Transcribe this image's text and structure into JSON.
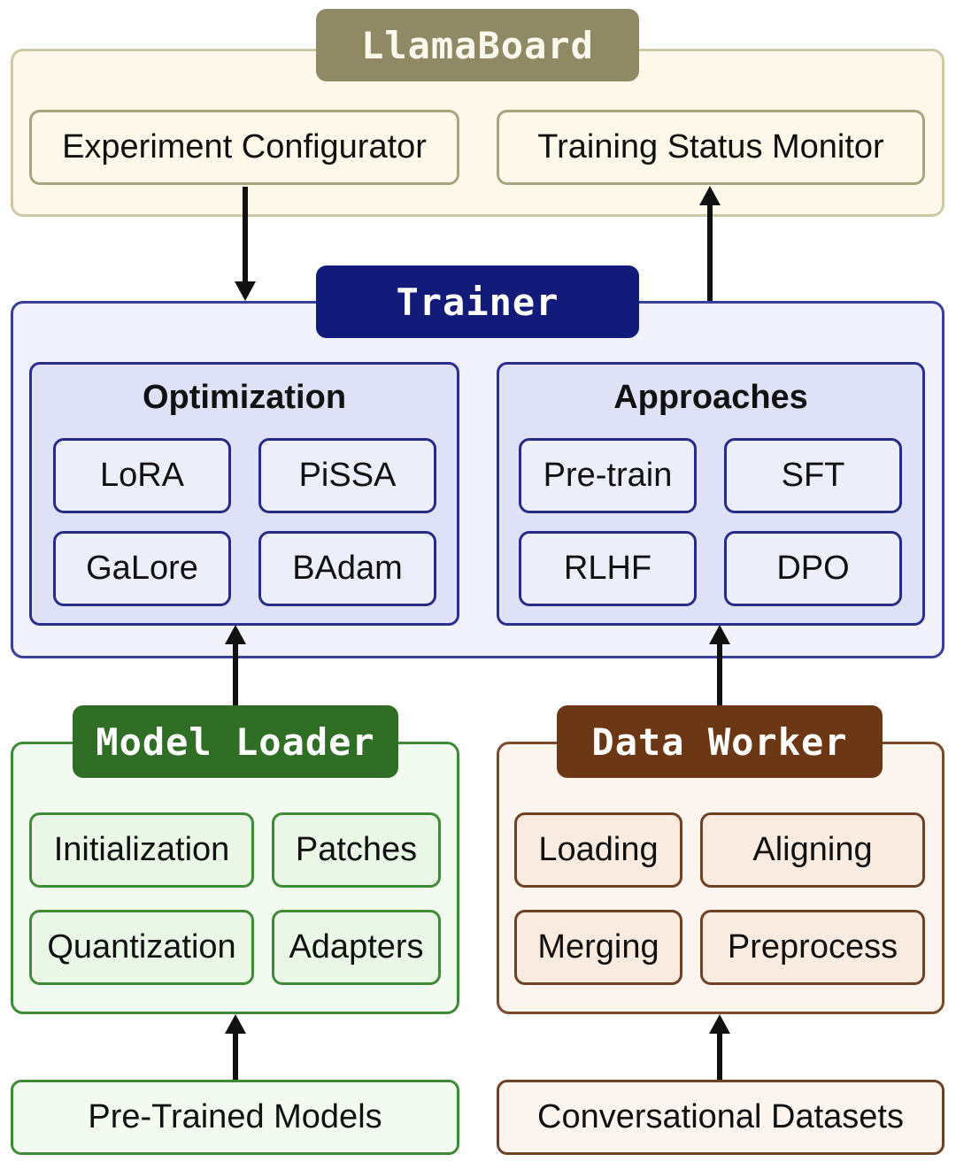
{
  "llamaboard": {
    "title": "LlamaBoard",
    "items": [
      "Experiment Configurator",
      "Training Status Monitor"
    ]
  },
  "trainer": {
    "title": "Trainer",
    "optimization": {
      "heading": "Optimization",
      "items": [
        "LoRA",
        "PiSSA",
        "GaLore",
        "BAdam"
      ]
    },
    "approaches": {
      "heading": "Approaches",
      "items": [
        "Pre-train",
        "SFT",
        "RLHF",
        "DPO"
      ]
    }
  },
  "model_loader": {
    "title": "Model Loader",
    "items": [
      "Initialization",
      "Patches",
      "Quantization",
      "Adapters"
    ]
  },
  "data_worker": {
    "title": "Data Worker",
    "items": [
      "Loading",
      "Aligning",
      "Merging",
      "Preprocess"
    ]
  },
  "inputs": {
    "models": "Pre-Trained Models",
    "datasets": "Conversational Datasets"
  },
  "colors": {
    "llamaboard": "#8f8a65",
    "trainer": "#121a7a",
    "model_loader": "#2f6e24",
    "data_worker": "#6c3714"
  }
}
